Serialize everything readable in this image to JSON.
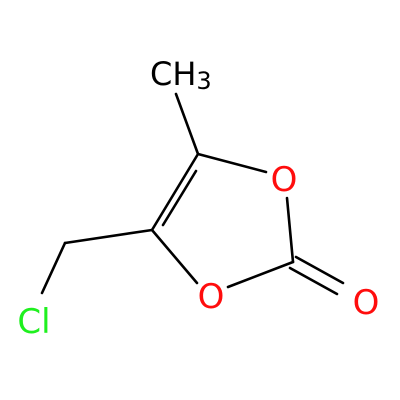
{
  "molecule": {
    "atoms": {
      "methyl": "CH",
      "methyl_subscript": "3",
      "ring_oxygen_right": "O",
      "ring_oxygen_left": "O",
      "carbonyl_oxygen": "O",
      "chlorine": "Cl"
    },
    "colors": {
      "bond": "#000000",
      "carbon_label": "#000000",
      "oxygen": "#ff0d0d",
      "chlorine": "#1ff01f"
    }
  }
}
